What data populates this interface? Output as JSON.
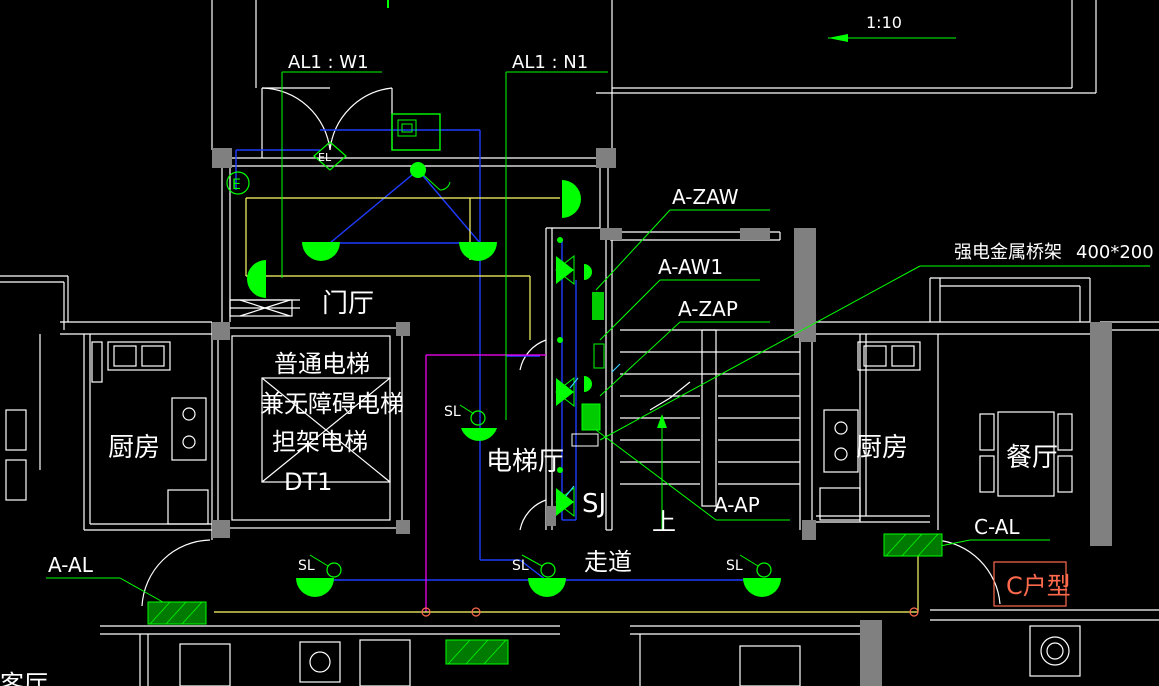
{
  "colors": {
    "background": "#000000",
    "wall": "#ffffff",
    "column": "#808080",
    "lighting": "#00ff00",
    "wiring": "#1f3cff",
    "annotation": "#00ff00",
    "magenta": "#ff00ff",
    "yellow": "#ffff66",
    "panel_red": "#ff6a4d",
    "cyan": "#33ccff"
  },
  "labels": {
    "scale": "1:10",
    "feeder_w1": "AL1 : W1",
    "feeder_n1": "AL1 : N1",
    "lobby": "门厅",
    "elevator_line1": "普通电梯",
    "elevator_line2": "兼无障碍电梯",
    "elevator_line3": "担架电梯",
    "elevator_id": "DT1",
    "kitchen_left": "厨房",
    "kitchen_right": "厨房",
    "elevator_hall": "电梯厅",
    "sj": "SJ",
    "corridor": "走道",
    "stair_up": "上",
    "dining": "餐厅",
    "living_partial": "客厅",
    "el": "EL",
    "e_symbol": "E",
    "sl_1": "SL",
    "sl_2": "SL",
    "sl_3": "SL",
    "sl_4": "SL",
    "a_zaw": "A-ZAW",
    "a_aw1": "A-AW1",
    "a_zap": "A-ZAP",
    "a_ap": "A-AP",
    "tray": "强电金属桥架",
    "tray_size": "400*200",
    "a_al": "A-AL",
    "c_al": "C-AL",
    "unit_type": "C户型"
  }
}
